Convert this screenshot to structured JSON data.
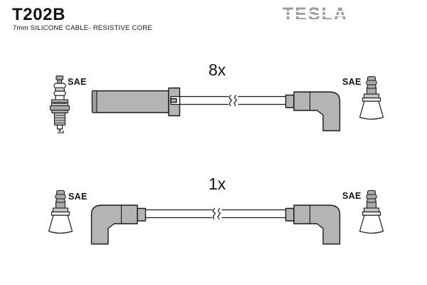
{
  "header": {
    "part_number": "T202B",
    "subtitle": "7mm SILICONE CABLE- RESISTIVE CORE",
    "brand_logo": "TESLA"
  },
  "kit": {
    "rows": [
      {
        "quantity_label": "8x",
        "left_standard_label": "SAE",
        "right_standard_label": "SAE",
        "left_icon": "spark-plug",
        "right_icon": "sae-cone-terminal",
        "left_boot": "straight-connector-boot",
        "right_boot": "90-degree-elbow-boot"
      },
      {
        "quantity_label": "1x",
        "left_standard_label": "SAE",
        "right_standard_label": "SAE",
        "left_icon": "sae-cone-terminal",
        "right_icon": "sae-cone-terminal",
        "left_boot": "90-degree-elbow-boot",
        "right_boot": "90-degree-elbow-boot"
      }
    ]
  },
  "colors": {
    "background": "#ffffff",
    "text": "#131313",
    "logo_gray": "#9c9c9c",
    "boot_fill": "#b4b4b4",
    "boot_fill_dark": "#9e9e9e",
    "outline": "#1a1a1a",
    "metal_fill": "#ababab",
    "metal_light": "#c6c6c6"
  }
}
